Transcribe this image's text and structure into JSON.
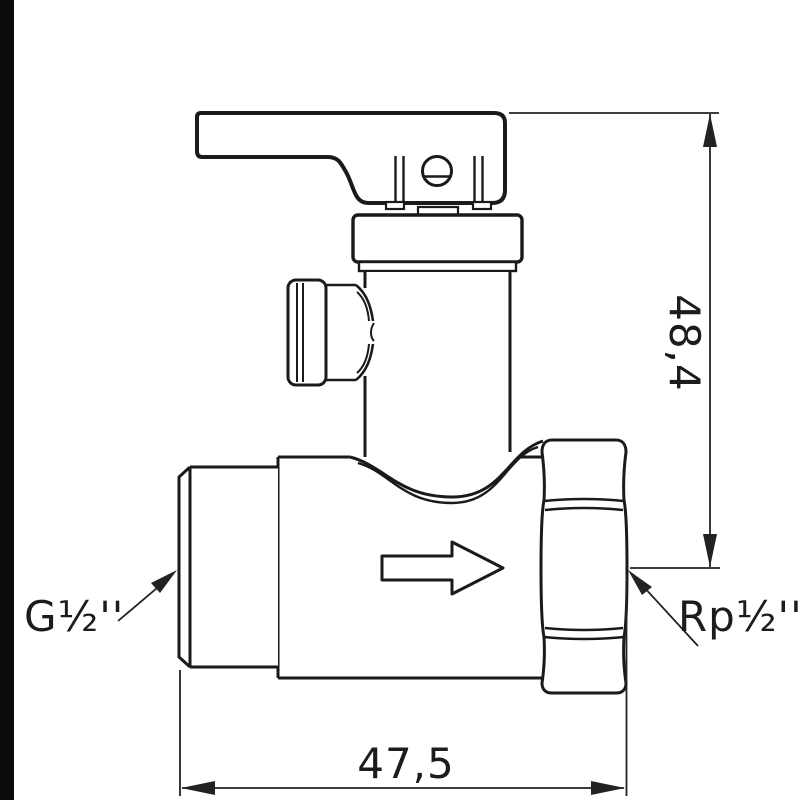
{
  "drawing": {
    "background": "#ffffff",
    "line_color": "#1a1a1a",
    "dimension_color": "#222222",
    "flow_icon": "arrow-right"
  },
  "labels": {
    "inlet_thread": "G½''",
    "outlet_thread": "Rp½''",
    "vertical_dimension": "48,4",
    "horizontal_dimension": "47,5"
  }
}
